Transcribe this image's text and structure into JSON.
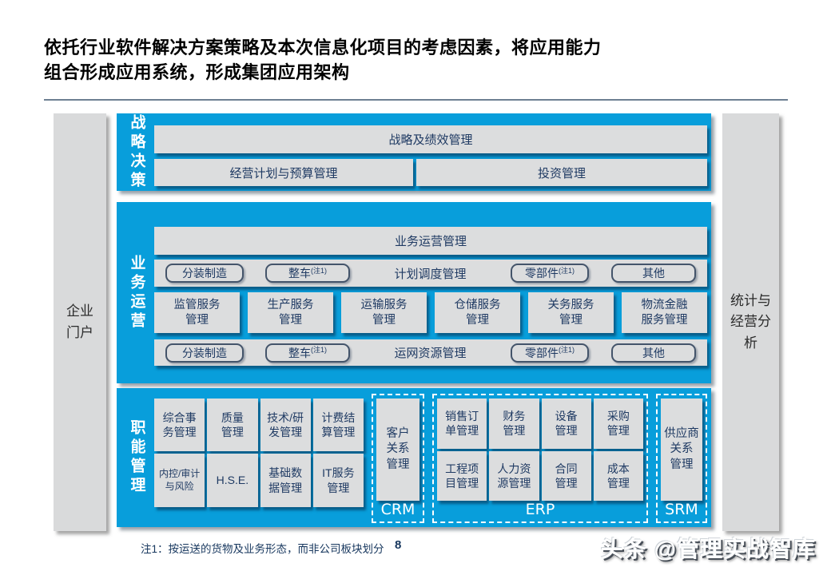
{
  "title": {
    "line1": "依托行业软件解决方案策略及本次信息化项目的考虑因素，将应用能力",
    "line2": "组合形成应用系统，形成集团应用架构"
  },
  "portal_bar": {
    "label": "企业\n门户"
  },
  "stats_bar": {
    "label": "统计与\n经营分\n析"
  },
  "sections": {
    "strategy": {
      "label": "战略决策",
      "performance_box": "战略及绩效管理",
      "planning_box": "经营计划与预算管理",
      "investment_box": "投资管理"
    },
    "operations": {
      "label": "业务运营",
      "operation_mgmt_box": "业务运营管理",
      "plan_row": {
        "title": "计划调度管理",
        "pills": [
          {
            "text": "分装制造",
            "sup": ""
          },
          {
            "text": "整车",
            "sup": "(注1)"
          },
          {
            "text": "零部件",
            "sup": "(注1)"
          },
          {
            "text": "其他",
            "sup": ""
          }
        ]
      },
      "service_boxes": [
        "监管服务\n管理",
        "生产服务\n管理",
        "运输服务\n管理",
        "仓储服务\n管理",
        "关务服务\n管理",
        "物流金融\n服务管理"
      ],
      "network_row": {
        "title": "运网资源管理",
        "pills": [
          {
            "text": "分装制造",
            "sup": ""
          },
          {
            "text": "整车",
            "sup": "(注1)"
          },
          {
            "text": "零部件",
            "sup": "(注1)"
          },
          {
            "text": "其他",
            "sup": ""
          }
        ]
      }
    },
    "functional": {
      "label": "职能管理",
      "grid_boxes": [
        "综合事\n务管理",
        "质量\n管理",
        "技术/研\n发管理",
        "计费结\n算管理",
        "内控/审计\n与风险",
        "H.S.E.",
        "基础数\n据管理",
        "IT服务\n管理"
      ],
      "crm": {
        "box": "客户\n关系\n管理",
        "label": "CRM"
      },
      "erp": {
        "boxes": [
          "销售订\n单管理",
          "财务\n管理",
          "设备\n管理",
          "采购\n管理",
          "工程项\n目管理",
          "人力资\n源管理",
          "合同\n管理",
          "成本\n管理"
        ],
        "label": "ERP"
      },
      "srm": {
        "box": "供应商\n关系\n管理",
        "label": "SRM"
      }
    }
  },
  "footer": {
    "note": "注1：按运送的货物及业务形态，而非公司板块划分",
    "page_number": "8"
  },
  "watermark": "头条 @管理实战智库",
  "colors": {
    "panel_blue": "#089EDB",
    "box_gray": "#DCDDDE",
    "sidebar_gray": "#D9DADB",
    "text_navy": "#1F3A63"
  }
}
